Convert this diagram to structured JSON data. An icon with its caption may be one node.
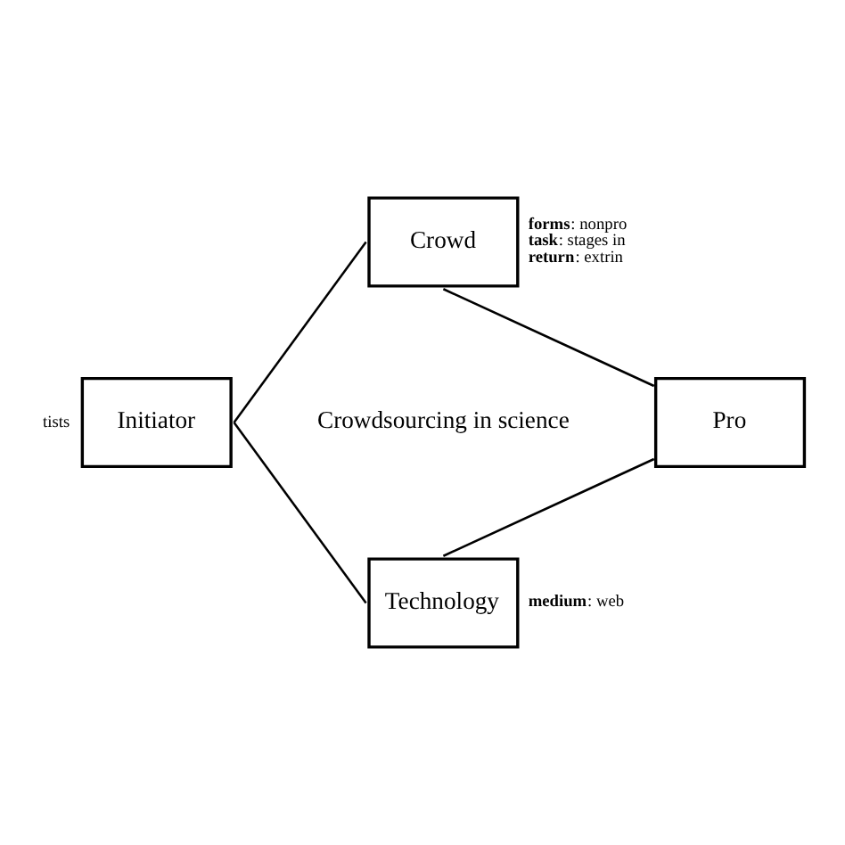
{
  "diagram": {
    "nodes": [
      {
        "text": [
          "Crowd"
        ],
        "beside": [
          "**forms**: nonpro",
          "**task**: stages in",
          "**return**: extrin"
        ]
      },
      {
        "text": [
          "Initiator"
        ],
        "beside": [
          "tists"
        ]
      },
      {
        "text": [
          "Pro"
        ]
      },
      {
        "text": [
          "Technology"
        ],
        "beside": [
          "**medium**: web"
        ]
      }
    ],
    "edges": [
      {
        "from": 0,
        "to": 1,
        "arrow": "none"
      },
      {
        "from": 0,
        "to": 2,
        "arrow": "none"
      },
      {
        "from": 1,
        "to": 3,
        "arrow": "none"
      },
      {
        "from": 2,
        "to": 3,
        "arrow": "none"
      }
    ],
    "labels": [
      "Crowdsourcing in science"
    ]
  }
}
